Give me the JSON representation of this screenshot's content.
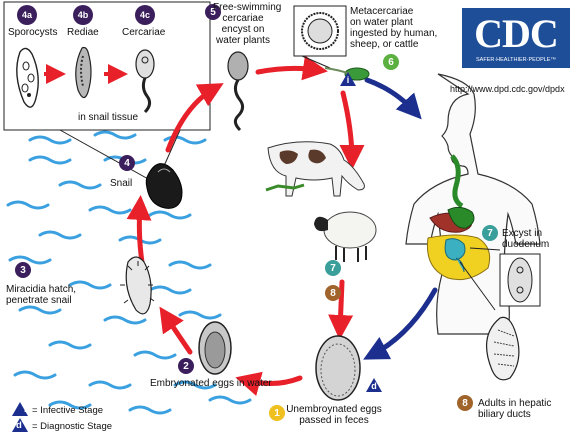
{
  "logo": {
    "letters": "CDC",
    "tagline": "SAFER·HEALTHIER·PEOPLE™",
    "url": "http://www.dpd.cdc.gov/dpdx"
  },
  "stages": {
    "s1": {
      "badge": "1",
      "text_line1": "Unembroynated eggs",
      "text_line2": "passed in feces"
    },
    "s2": {
      "badge": "2",
      "text": "Embryonated eggs in water"
    },
    "s3": {
      "badge": "3",
      "text_line1": "Miracidia hatch,",
      "text_line2": "penetrate snail"
    },
    "s4": {
      "badge": "4",
      "text": "Snail"
    },
    "s4a": {
      "badge": "4a",
      "text": "Sporocysts"
    },
    "s4b": {
      "badge": "4b",
      "text": "Rediae"
    },
    "s4c": {
      "badge": "4c",
      "text": "Cercariae"
    },
    "inset_caption": "in snail tissue",
    "s5": {
      "badge": "5",
      "text_line1": "Free-swimming",
      "text_line2": "cercariae",
      "text_line3": "encyst on",
      "text_line4": "water plants"
    },
    "s6": {
      "badge": "6",
      "text_line1": "Metacercariae",
      "text_line2": "on water plant",
      "text_line3": "ingested by human,",
      "text_line4": "sheep, or cattle"
    },
    "s7": {
      "badge": "7",
      "text_line1": "Excyst in",
      "text_line2": "duodenum"
    },
    "s7b": {
      "badge": "7"
    },
    "s8": {
      "badge": "8",
      "text_line1": "Adults in hepatic",
      "text_line2": "biliary ducts"
    },
    "s8b": {
      "badge": "8"
    }
  },
  "markers": {
    "infective": "i",
    "diagnostic": "d"
  },
  "legend": {
    "infective_symbol": "i",
    "infective_label": "= Infective Stage",
    "diagnostic_symbol": "d",
    "diagnostic_label": "= Diagnostic Stage"
  },
  "colors": {
    "cycle_arrow": "#e8202a",
    "human_arrow": "#1c2f8f",
    "badge_purple": "#3b1f5c",
    "badge_teal": "#3a9e9a",
    "badge_green": "#5cb040",
    "badge_gold": "#f0c020",
    "badge_brown": "#a0642a",
    "water": "#3aa0e0",
    "logo_blue": "#1f4e99"
  }
}
